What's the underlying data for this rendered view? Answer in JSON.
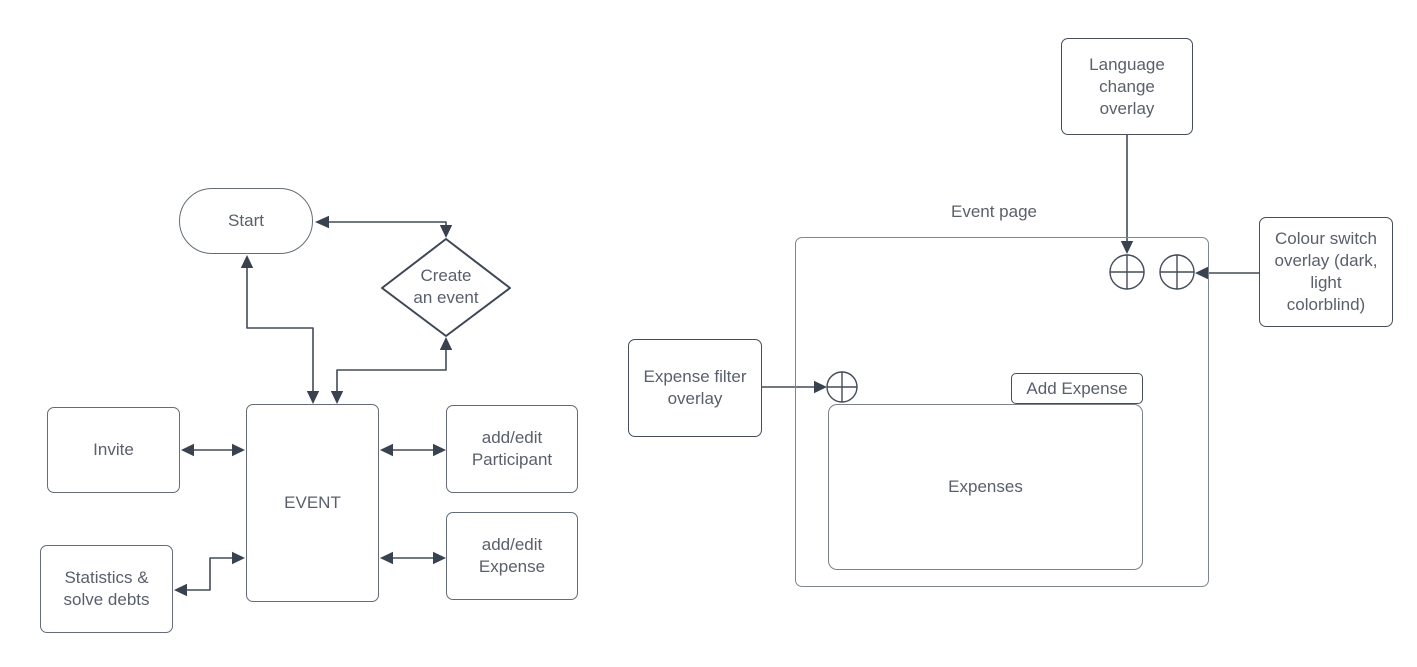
{
  "colors": {
    "background": "#ffffff",
    "text": "#595f6b",
    "rect_border": "#636c78",
    "overlay_border": "#454e5b",
    "container_border": "#7f868e",
    "connector": "#424b59",
    "arrowhead": "#39424f"
  },
  "flow": {
    "start_label": "Start",
    "create_event_line1": "Create",
    "create_event_line2": "an event",
    "event_label": "EVENT",
    "invite_label": "Invite",
    "statistics_line1": "Statistics &",
    "statistics_line2": "solve debts",
    "participant_line1": "add/edit",
    "participant_line2": "Participant",
    "expense_line1": "add/edit",
    "expense_line2": "Expense"
  },
  "wireframe": {
    "language_line1": "Language",
    "language_line2": "change",
    "language_line3": "overlay",
    "event_page_label": "Event page",
    "colour_line1": "Colour switch",
    "colour_line2": "overlay (dark,",
    "colour_line3": "light",
    "colour_line4": "colorblind)",
    "filter_line1": "Expense filter",
    "filter_line2": "overlay",
    "add_expense_label": "Add Expense",
    "expenses_label": "Expenses"
  },
  "icons": {
    "circle_plus_count": 3,
    "circle_plus_meaning": "overlay trigger button"
  }
}
